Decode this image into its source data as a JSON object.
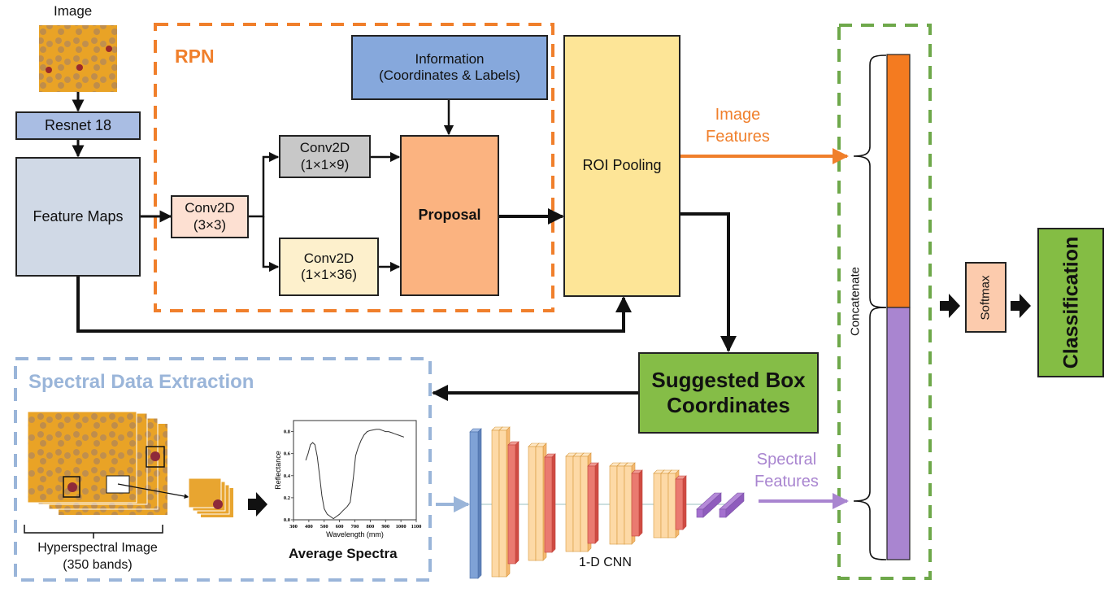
{
  "colors": {
    "rpn_border": "#f07f2b",
    "spectral_border": "#9ab5d9",
    "concat_border": "#6ea84a",
    "image_features": "#f07f2b",
    "spectral_features": "#a985d0",
    "resnet_fill": "#a9bde3",
    "feature_maps_fill": "#d0d9e6",
    "conv3x3_fill": "#fde0d2",
    "conv119_fill": "#c8c8c8",
    "conv1136_fill": "#fdf0cc",
    "information_fill": "#86a8dc",
    "proposal_fill": "#fbb380",
    "roi_fill": "#fde597",
    "suggested_fill": "#85bd47",
    "softmax_fill": "#fccbad",
    "classification_fill": "#84bd44",
    "bar_orange": "#f47b20",
    "bar_purple": "#a985d0",
    "cell_image": "#e8a21f"
  },
  "image_label": "Image",
  "resnet_label": "Resnet 18",
  "feature_maps_label": "Feature Maps",
  "rpn": {
    "title": "RPN",
    "conv3x3": {
      "line1": "Conv2D",
      "line2": "(3×3)"
    },
    "conv119": {
      "line1": "Conv2D",
      "line2": "(1×1×9)"
    },
    "conv1136": {
      "line1": "Conv2D",
      "line2": "(1×1×36)"
    },
    "information": {
      "line1": "Information",
      "line2": "(Coordinates & Labels)"
    },
    "proposal": "Proposal"
  },
  "roi_pooling": "ROI Pooling",
  "image_features": {
    "line1": "Image",
    "line2": "Features"
  },
  "suggested_box": {
    "line1": "Suggested Box",
    "line2": "Coordinates"
  },
  "spectral": {
    "title": "Spectral Data Extraction",
    "hyperspectral_line1": "Hyperspectral Image",
    "hyperspectral_line2": "(350 bands)",
    "average_spectra": "Average Spectra"
  },
  "cnn_label": "1-D CNN",
  "spectral_features": {
    "line1": "Spectral",
    "line2": "Features"
  },
  "concatenate": "Concatenate",
  "softmax": "Softmax",
  "classification": "Classification",
  "chart_data": {
    "type": "line",
    "title": "Average Spectra",
    "xlabel": "Wavelength (mm)",
    "ylabel": "Reflectance",
    "xlim": [
      300,
      1100
    ],
    "ylim": [
      0.0,
      0.9
    ],
    "xticks": [
      300,
      400,
      500,
      600,
      700,
      800,
      900,
      1000,
      1100
    ],
    "yticks": [
      0.0,
      0.2,
      0.4,
      0.6,
      0.8
    ],
    "xtick_labels": [
      "300",
      "400",
      "500",
      "600",
      "700",
      "800",
      "900",
      "1000",
      "1100"
    ],
    "ytick_labels": [
      "0.0",
      "0.2",
      "0.4",
      "0.6",
      "0.8"
    ],
    "grid": false,
    "series": [
      {
        "name": "average-spectrum",
        "x": [
          380,
          395,
          410,
          425,
          440,
          455,
          470,
          485,
          500,
          520,
          540,
          560,
          580,
          600,
          620,
          650,
          670,
          690,
          705,
          720,
          740,
          760,
          780,
          800,
          820,
          840,
          860,
          880,
          900,
          920,
          940,
          960,
          980,
          1000,
          1020
        ],
        "y": [
          0.54,
          0.6,
          0.68,
          0.7,
          0.68,
          0.57,
          0.4,
          0.22,
          0.1,
          0.05,
          0.03,
          0.01,
          0.03,
          0.05,
          0.08,
          0.12,
          0.16,
          0.38,
          0.58,
          0.65,
          0.72,
          0.77,
          0.8,
          0.81,
          0.815,
          0.82,
          0.82,
          0.81,
          0.8,
          0.8,
          0.79,
          0.78,
          0.77,
          0.76,
          0.75
        ]
      }
    ]
  }
}
